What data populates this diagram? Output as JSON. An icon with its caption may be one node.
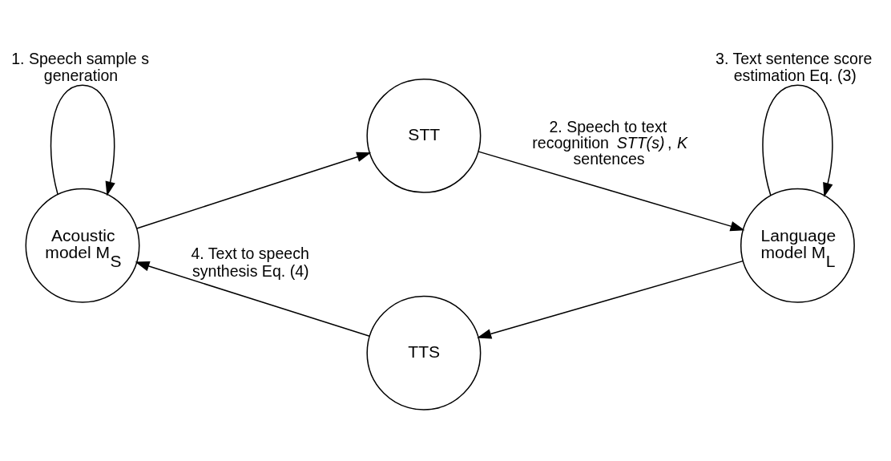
{
  "diagram": {
    "nodes": [
      {
        "text": [
          "Acoustic model M$_{S}$"
        ]
      },
      {
        "text": [
          "STT"
        ]
      },
      {
        "text": [
          "Language model M$_{L}$"
        ]
      },
      {
        "text": [
          "TTS"
        ]
      }
    ],
    "edges": [
      {
        "from": 0,
        "to": 0,
        "arrow": "to",
        "label": "1. Speech sample s generation"
      },
      {
        "from": 0,
        "to": 1,
        "arrow": "to"
      },
      {
        "from": 1,
        "to": 2,
        "arrow": "to",
        "label": "2. Speech to text recognition *STT(s)*, *K* sentences"
      },
      {
        "from": 2,
        "to": 2,
        "arrow": "to",
        "label": "3. Text sentence score estimation Eq. (3)"
      },
      {
        "from": 2,
        "to": 3,
        "arrow": "to"
      },
      {
        "from": 3,
        "to": 0,
        "arrow": "to",
        "label": "4. Text to speech synthesis Eq. (4)"
      }
    ]
  }
}
